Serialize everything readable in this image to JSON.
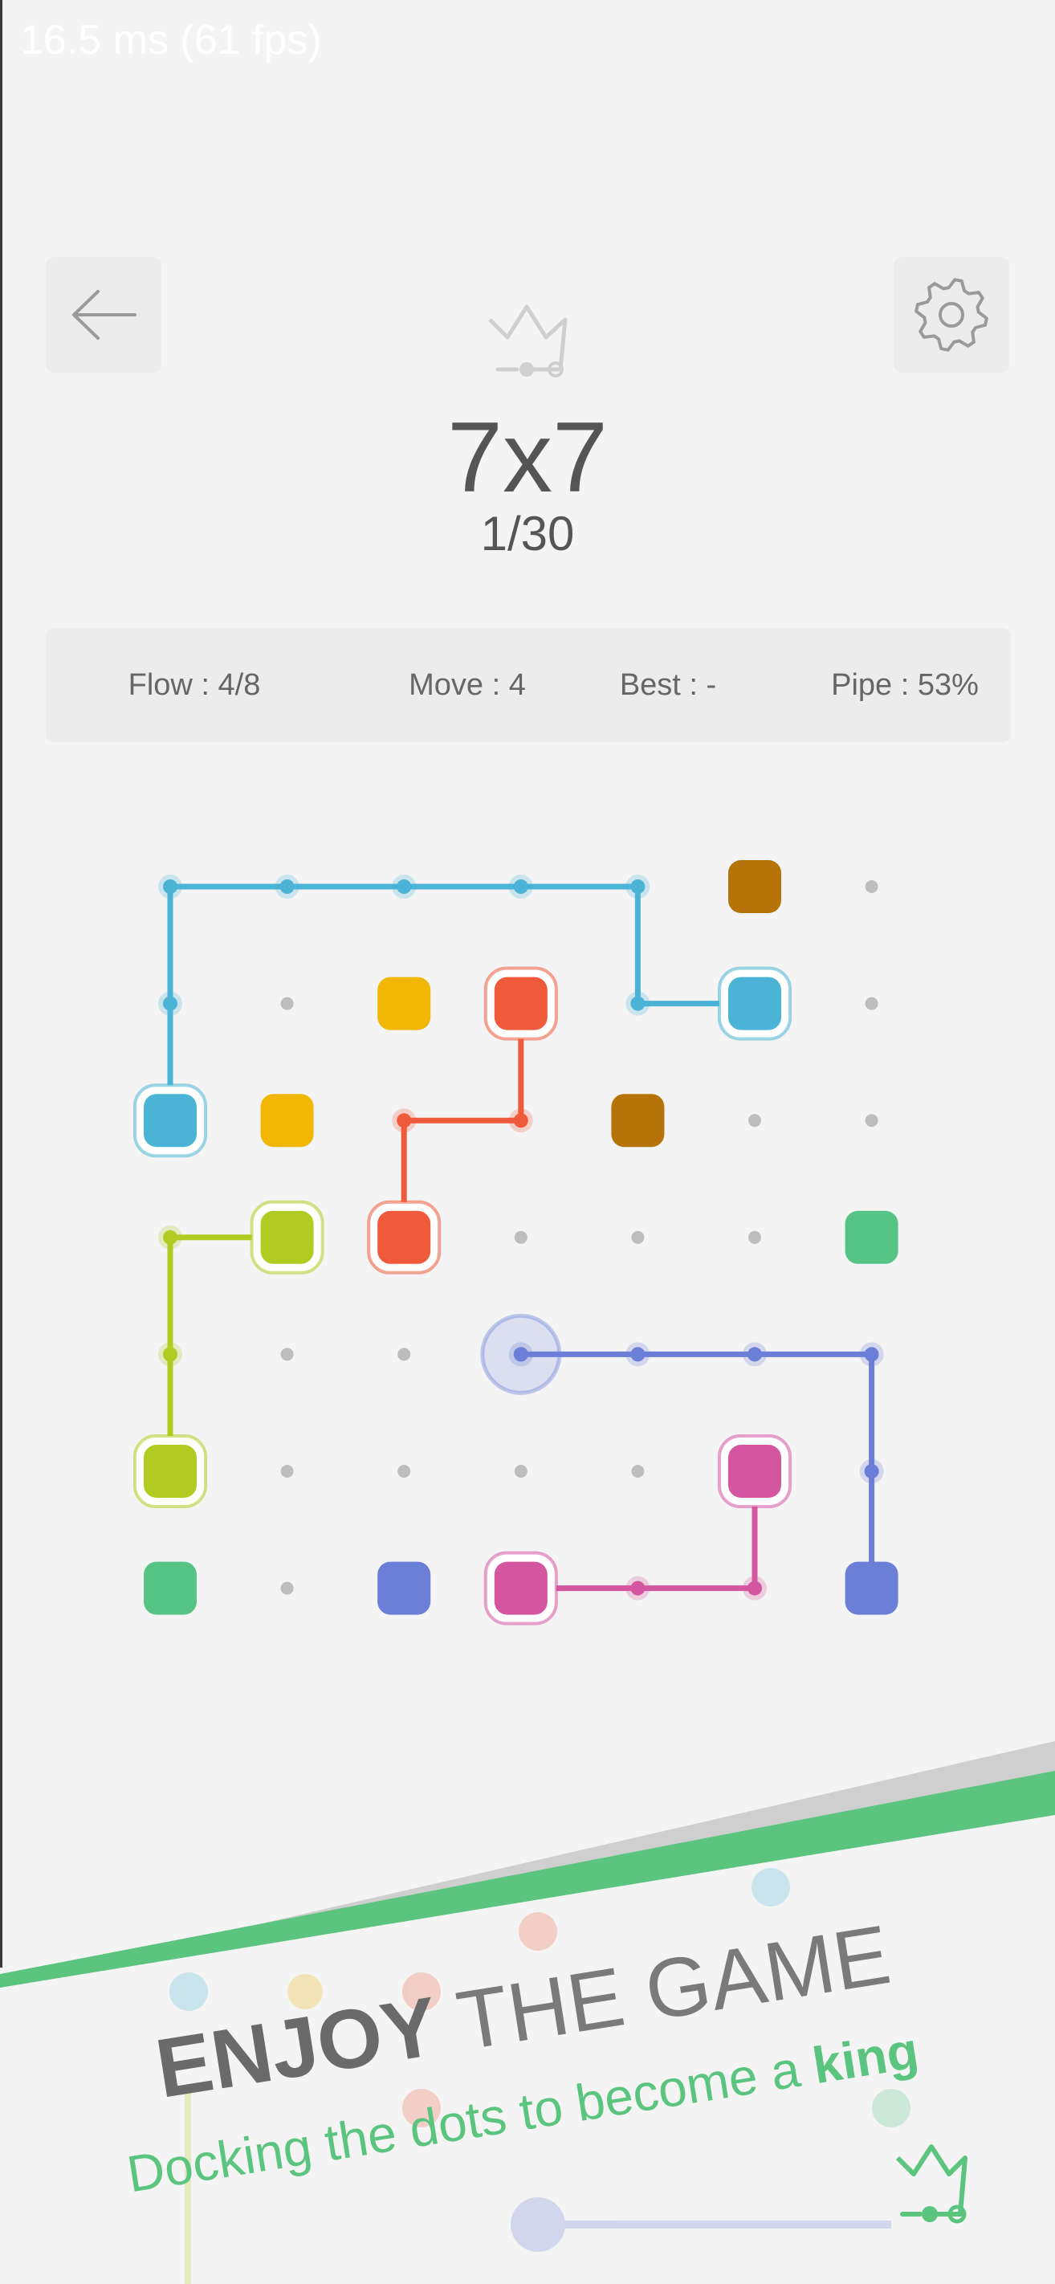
{
  "debug": {
    "fps_text": "16.5 ms (61 fps)"
  },
  "header": {
    "back_icon": "arrow-left-icon",
    "settings_icon": "gear-icon",
    "crown_icon": "crown-icon"
  },
  "level": {
    "size": "7x7",
    "progress": "1/30"
  },
  "stats": {
    "flow": "Flow : 4/8",
    "move": "Move : 4",
    "best": "Best : -",
    "pipe": "Pipe : 53%"
  },
  "colors": {
    "blue": "#4bb4d6",
    "orange": "#f2b705",
    "red": "#ee5a3a",
    "brown": "#b5730a",
    "lime": "#b2cb22",
    "green": "#55c485",
    "indigo": "#6b7fd8",
    "pink": "#d556a0",
    "promo_green": "#5bc47f",
    "background": "#f4f4f4"
  },
  "board": {
    "rows": 7,
    "cols": 7,
    "endpoints": [
      {
        "color": "brown",
        "row": 0,
        "col": 5,
        "connected": false
      },
      {
        "color": "orange",
        "row": 1,
        "col": 2,
        "connected": false
      },
      {
        "color": "red",
        "row": 1,
        "col": 3,
        "connected": true
      },
      {
        "color": "blue",
        "row": 1,
        "col": 5,
        "connected": true
      },
      {
        "color": "blue",
        "row": 2,
        "col": 0,
        "connected": true
      },
      {
        "color": "orange",
        "row": 2,
        "col": 1,
        "connected": false
      },
      {
        "color": "brown",
        "row": 2,
        "col": 4,
        "connected": false
      },
      {
        "color": "lime",
        "row": 3,
        "col": 1,
        "connected": true
      },
      {
        "color": "red",
        "row": 3,
        "col": 2,
        "connected": true
      },
      {
        "color": "green",
        "row": 3,
        "col": 6,
        "connected": false
      },
      {
        "color": "lime",
        "row": 5,
        "col": 0,
        "connected": true
      },
      {
        "color": "pink",
        "row": 5,
        "col": 5,
        "connected": true
      },
      {
        "color": "green",
        "row": 6,
        "col": 0,
        "connected": false
      },
      {
        "color": "indigo",
        "row": 6,
        "col": 2,
        "connected": false
      },
      {
        "color": "pink",
        "row": 6,
        "col": 3,
        "connected": true
      },
      {
        "color": "indigo",
        "row": 6,
        "col": 6,
        "connected": false
      }
    ],
    "paths": [
      {
        "color": "blue",
        "cells": [
          [
            2,
            0
          ],
          [
            1,
            0
          ],
          [
            0,
            0
          ],
          [
            0,
            1
          ],
          [
            0,
            2
          ],
          [
            0,
            3
          ],
          [
            0,
            4
          ],
          [
            1,
            4
          ],
          [
            1,
            5
          ]
        ]
      },
      {
        "color": "red",
        "cells": [
          [
            1,
            3
          ],
          [
            2,
            3
          ],
          [
            2,
            2
          ],
          [
            3,
            2
          ]
        ]
      },
      {
        "color": "lime",
        "cells": [
          [
            3,
            1
          ],
          [
            3,
            0
          ],
          [
            4,
            0
          ],
          [
            5,
            0
          ]
        ]
      },
      {
        "color": "indigo",
        "cells": [
          [
            4,
            3
          ],
          [
            4,
            4
          ],
          [
            4,
            5
          ],
          [
            4,
            6
          ],
          [
            5,
            6
          ],
          [
            6,
            6
          ]
        ]
      },
      {
        "color": "pink",
        "cells": [
          [
            6,
            3
          ],
          [
            6,
            4
          ],
          [
            6,
            5
          ],
          [
            5,
            5
          ]
        ]
      }
    ],
    "active_cursor": {
      "row": 4,
      "col": 3,
      "color": "indigo"
    }
  },
  "promo": {
    "enjoy": "ENJOY",
    "the_game": " THE GAME",
    "tagline_prefix": "Docking the dots to become a ",
    "tagline_bold": "king"
  }
}
